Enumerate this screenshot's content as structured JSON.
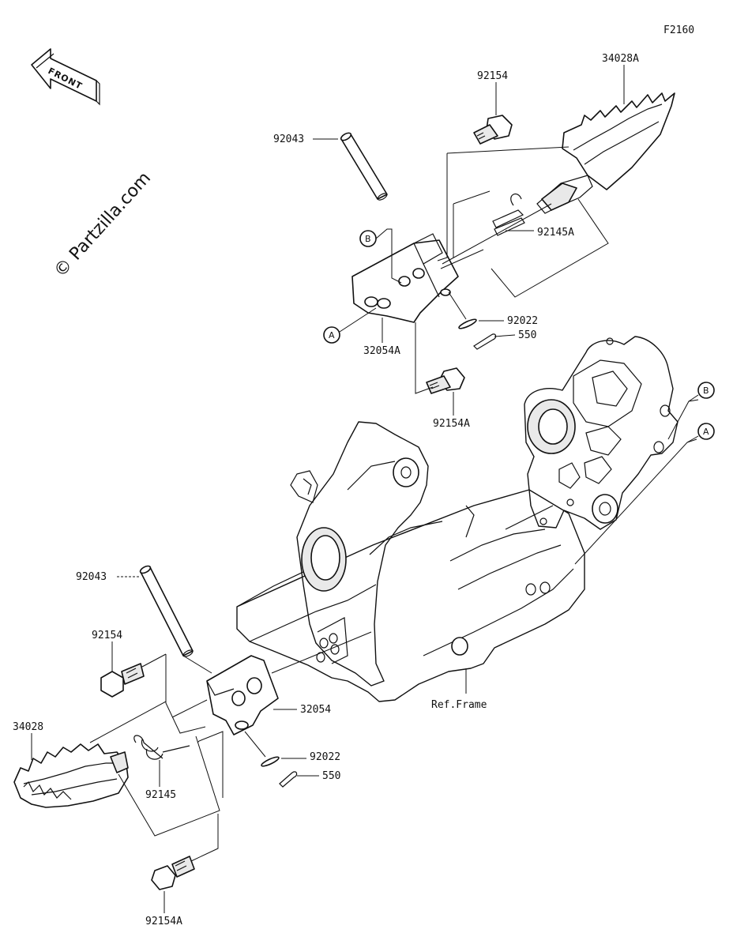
{
  "diagram": {
    "code": "F2160",
    "front_label": "FRONT",
    "watermark": "© Partzilla.com",
    "callout_a": "A",
    "callout_b": "B",
    "labels": {
      "p34028A": "34028A",
      "p92154_top": "92154",
      "p92043_top": "92043",
      "p92145A": "92145A",
      "p92022_top": "92022",
      "p550_top": "550",
      "p32054A": "32054A",
      "p92154A_top": "92154A",
      "p92043_bot": "92043",
      "p92154_bot": "92154",
      "p32054": "32054",
      "p34028": "34028",
      "p92022_bot": "92022",
      "p550_bot": "550",
      "p92145": "92145",
      "p92154A_bot": "92154A",
      "ref_frame": "Ref.Frame"
    }
  }
}
